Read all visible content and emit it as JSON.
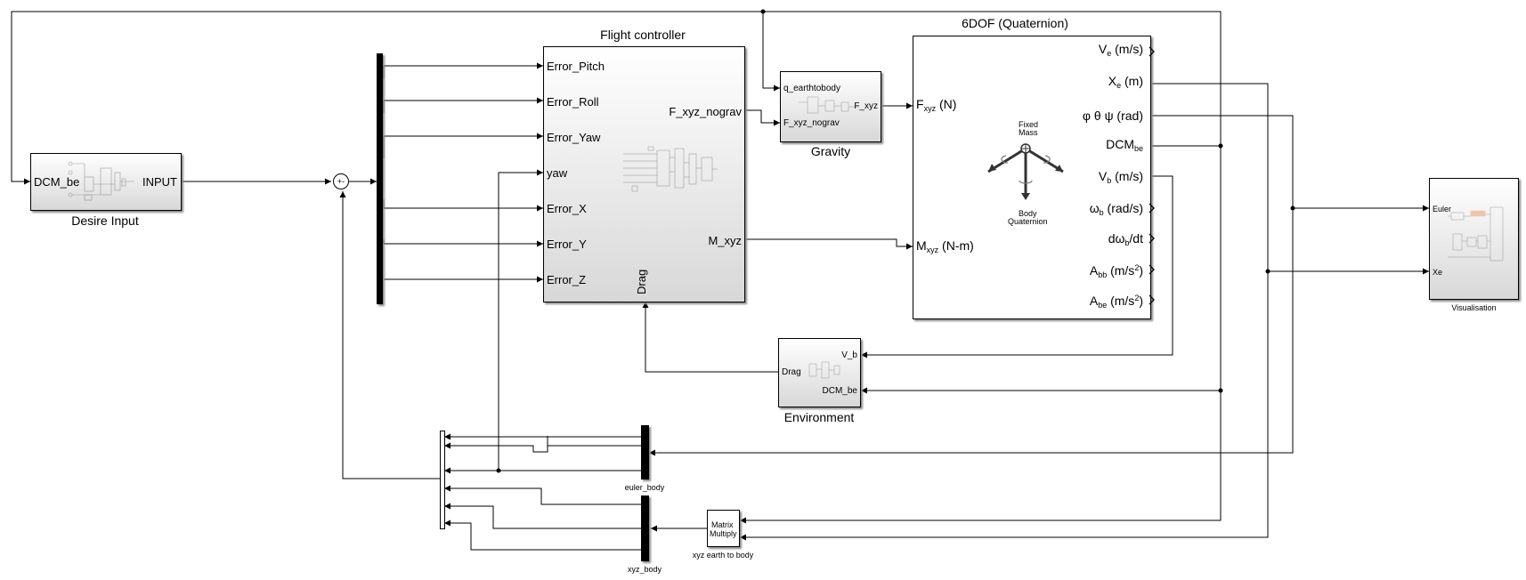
{
  "desire": {
    "in_label": "DCM_be",
    "out_label": "INPUT",
    "caption": "Desire Input"
  },
  "sum": {
    "signs": "+-"
  },
  "flight": {
    "title": "Flight controller",
    "inputs": [
      "Error_Pitch",
      "Error_Roll",
      "Error_Yaw",
      "yaw",
      "Error_X",
      "Error_Y",
      "Error_Z"
    ],
    "out_force": "F_xyz_nograv",
    "out_moment": "M_xyz",
    "drag": "Drag"
  },
  "gravity": {
    "in1": "q_earthtobody",
    "in2": "F_xyz_nograv",
    "out": "F_xyz",
    "caption": "Gravity"
  },
  "sixdof": {
    "title": "6DOF (Quaternion)",
    "in_force": "F",
    "in_force_sub": "xyz",
    "in_force_unit": " (N)",
    "in_moment": "M",
    "in_moment_sub": "xyz",
    "in_moment_unit": " (N-m)",
    "icon_top": "Fixed",
    "icon_top2": "Mass",
    "icon_bottom": "Body",
    "icon_bottom2": "Quaternion",
    "ve": "V",
    "ve_sub": "e",
    "ve_unit": " (m/s)",
    "xe": "X",
    "xe_sub": "e",
    "xe_unit": " (m)",
    "euler": "φ θ ψ (rad)",
    "dcm": "DCM",
    "dcm_sub": "be",
    "vb": "V",
    "vb_sub": "b",
    "vb_unit": " (m/s)",
    "wb": "ω",
    "wb_sub": "b",
    "wb_unit": " (rad/s)",
    "dwb": "dω",
    "dwb_sub": "b",
    "dwb_unit": "/dt",
    "abb": "A",
    "abb_sub": "bb",
    "abb_unit": " (m/s",
    "abb_sup": "2",
    "abb_close": ")",
    "abe": "A",
    "abe_sub": "be",
    "abe_unit": " (m/s",
    "abe_sup": "2",
    "abe_close": ")"
  },
  "environment": {
    "in1": "V_b",
    "in2": "DCM_be",
    "out": "Drag",
    "caption": "Environment"
  },
  "visualisation": {
    "in1": "Euler",
    "in2": "Xe",
    "caption": "Visualisation"
  },
  "matrix": {
    "line1": "Matrix",
    "line2": "Multiply",
    "caption": "xyz earth to body"
  },
  "buses": {
    "euler_body": "euler_body",
    "xyz_body": "xyz_body"
  }
}
